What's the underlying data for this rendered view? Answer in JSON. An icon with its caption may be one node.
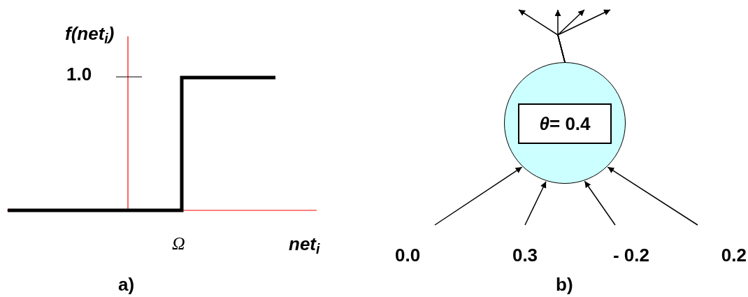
{
  "diagram": {
    "nodes": [
      {
        "text": [],
        "shape": "circle"
      },
      {
        "text": [
          "*θ*= 0.4"
        ],
        "in": 0
      },
      {
        "text": [
          "0.0"
        ]
      },
      {
        "text": [
          "0.3"
        ]
      },
      {
        "text": [
          "- 0.2"
        ]
      },
      {
        "text": [
          "0.2"
        ]
      }
    ],
    "edges": [
      {
        "from": 2,
        "to": 0,
        "arrow": "to"
      },
      {
        "from": 3,
        "to": 0,
        "arrow": "to"
      },
      {
        "from": 4,
        "to": 0,
        "arrow": "to"
      },
      {
        "from": 5,
        "to": 0,
        "arrow": "to"
      },
      {
        "from": 0,
        "to": null,
        "arrow": "to"
      },
      {
        "from": 0,
        "to": null,
        "arrow": "to"
      },
      {
        "from": 0,
        "to": null,
        "arrow": "to"
      },
      {
        "from": 0,
        "to": null,
        "arrow": "to"
      }
    ],
    "labels": [
      "f(net$_{i}$)",
      "1.0",
      "Ω",
      "net$_{i}$",
      "a)",
      "b)"
    ]
  }
}
